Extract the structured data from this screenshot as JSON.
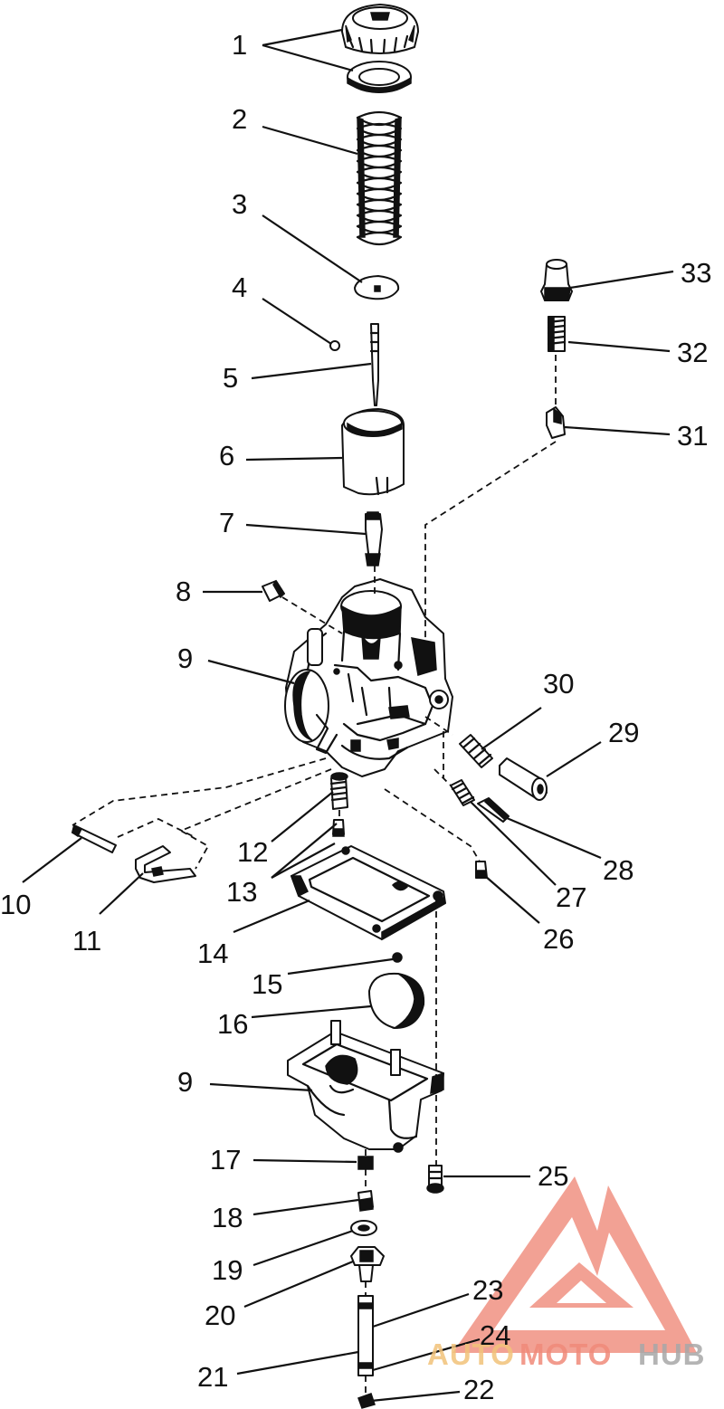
{
  "diagram": {
    "labels": {
      "l1": "1",
      "l2": "2",
      "l3": "3",
      "l4": "4",
      "l5": "5",
      "l6": "6",
      "l7": "7",
      "l8": "8",
      "l9a": "9",
      "l9b": "9",
      "l10": "10",
      "l11": "11",
      "l12": "12",
      "l13": "13",
      "l14": "14",
      "l15": "15",
      "l16": "16",
      "l17": "17",
      "l18": "18",
      "l19": "19",
      "l20": "20",
      "l21": "21",
      "l22": "22",
      "l23": "23",
      "l24": "24",
      "l25": "25",
      "l26": "26",
      "l27": "27",
      "l28": "28",
      "l29": "29",
      "l30": "30",
      "l31": "31",
      "l32": "32",
      "l33": "33"
    }
  },
  "watermark": {
    "part1": "AUTO",
    "part2": "MOTO",
    "part3": "HUB",
    "colors": {
      "auto": "#f2c27a",
      "moto": "#f08a7a",
      "hub": "#a8a8a8",
      "logo": "#f08a7a"
    }
  }
}
